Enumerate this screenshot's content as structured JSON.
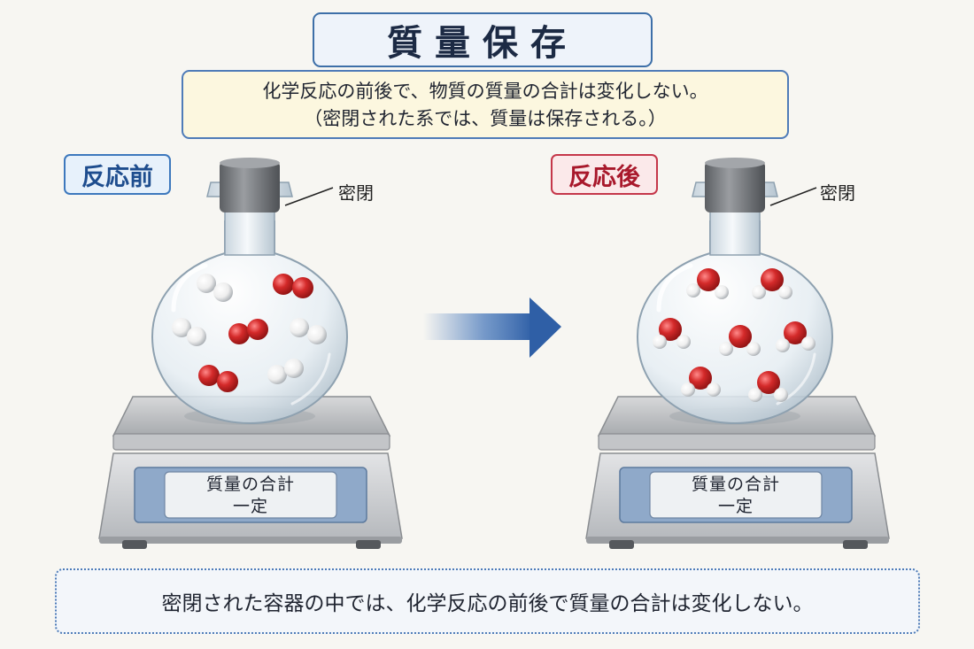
{
  "title": "質量保存",
  "law": {
    "line1": "化学反応の前後で、物質の質量の合計は変化しない。",
    "line2": "（密閉された系では、質量は保存される。）"
  },
  "before": {
    "label": "反応前",
    "seal_label": "密閉",
    "display_line1": "質量の合計",
    "display_line2": "一定"
  },
  "after": {
    "label": "反応後",
    "seal_label": "密閉",
    "display_line1": "質量の合計",
    "display_line2": "一定"
  },
  "summary": "密閉された容器の中では、化学反応の前後で質量の合計は変化しない。",
  "colors": {
    "oxygen_atom": "#d42a2a",
    "hydrogen_atom": "#f4f4f4",
    "arrow": "#3f72b8",
    "before_accent": "#3d78bd",
    "after_accent": "#c5374a"
  },
  "icons": [
    "reaction-arrow-icon",
    "flask-icon",
    "scale-icon",
    "molecule-icon"
  ]
}
